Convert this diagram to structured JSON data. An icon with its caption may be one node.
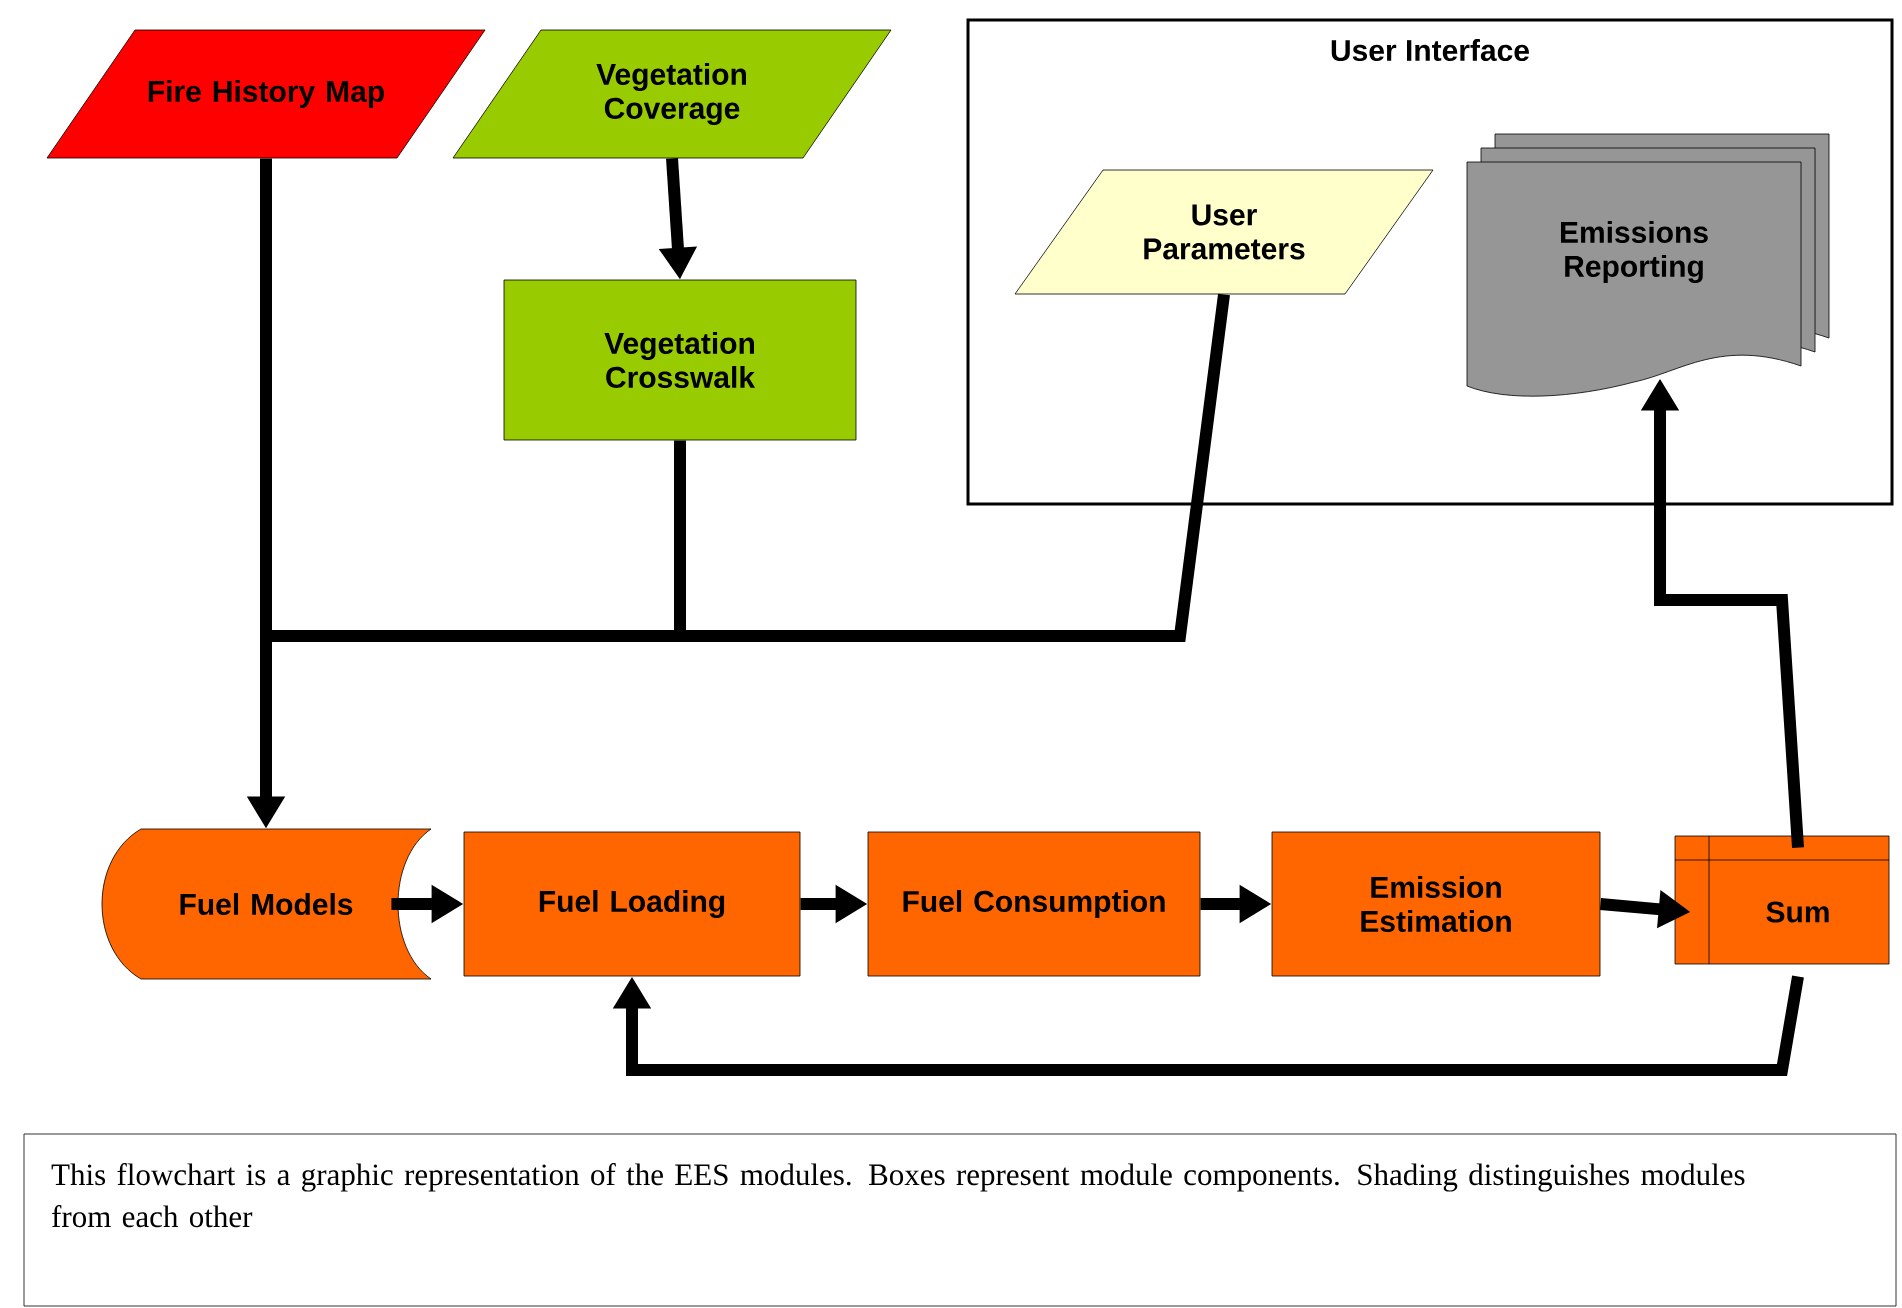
{
  "diagram": {
    "caption": "This flowchart is a graphic representation of the EES modules.  Boxes represent module components.  Shading distinguishes modules from each other",
    "nodes": [
      {
        "text": [
          "Fire History Map"
        ]
      },
      {
        "text": [
          "Vegetation Coverage"
        ]
      },
      {
        "text": [
          "Vegetation Crosswalk"
        ]
      },
      {
        "text": [
          "User Interface"
        ]
      },
      {
        "text": [
          "User Parameters"
        ],
        "in": 3
      },
      {
        "text": [
          "Emissions Reporting"
        ],
        "in": 3
      },
      {
        "text": [
          "Fuel Models"
        ]
      },
      {
        "text": [
          "Fuel Loading"
        ]
      },
      {
        "text": [
          "Fuel Consumption"
        ]
      },
      {
        "text": [
          "Emission Estimation"
        ]
      },
      {
        "text": [
          "Sum"
        ]
      }
    ],
    "edges": [
      {
        "from": 1,
        "to": 2,
        "arrow": "to"
      },
      {
        "from": 0,
        "to": 6,
        "arrow": "to"
      },
      {
        "from": 2,
        "to": 6,
        "arrow": "to"
      },
      {
        "from": 4,
        "to": 6,
        "arrow": "to"
      },
      {
        "from": 6,
        "to": 7,
        "arrow": "to"
      },
      {
        "from": 7,
        "to": 8,
        "arrow": "to"
      },
      {
        "from": 8,
        "to": 9,
        "arrow": "to"
      },
      {
        "from": 9,
        "to": 10,
        "arrow": "to"
      },
      {
        "from": 10,
        "to": 5,
        "arrow": "to"
      },
      {
        "from": 10,
        "to": 7,
        "arrow": "to"
      }
    ]
  }
}
